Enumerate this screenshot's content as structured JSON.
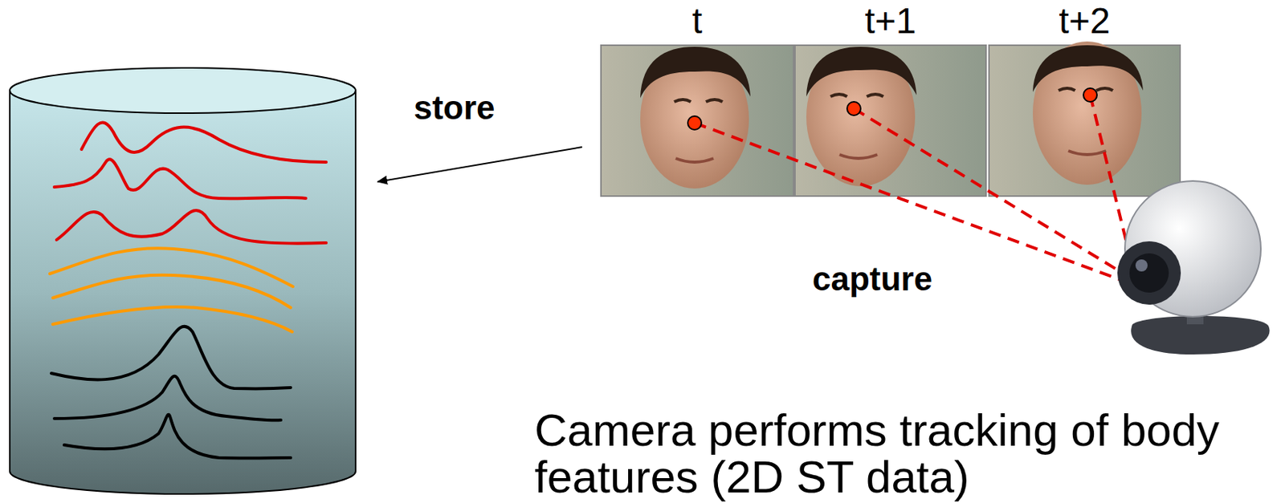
{
  "diagram": {
    "nodes": [
      {
        "text": [
          "t"
        ]
      },
      {
        "text": [
          "t+1"
        ]
      },
      {
        "text": [
          "t+2"
        ]
      }
    ],
    "labels": [
      "store",
      "capture",
      "Camera performs tracking of body features (2D ST data)"
    ]
  }
}
